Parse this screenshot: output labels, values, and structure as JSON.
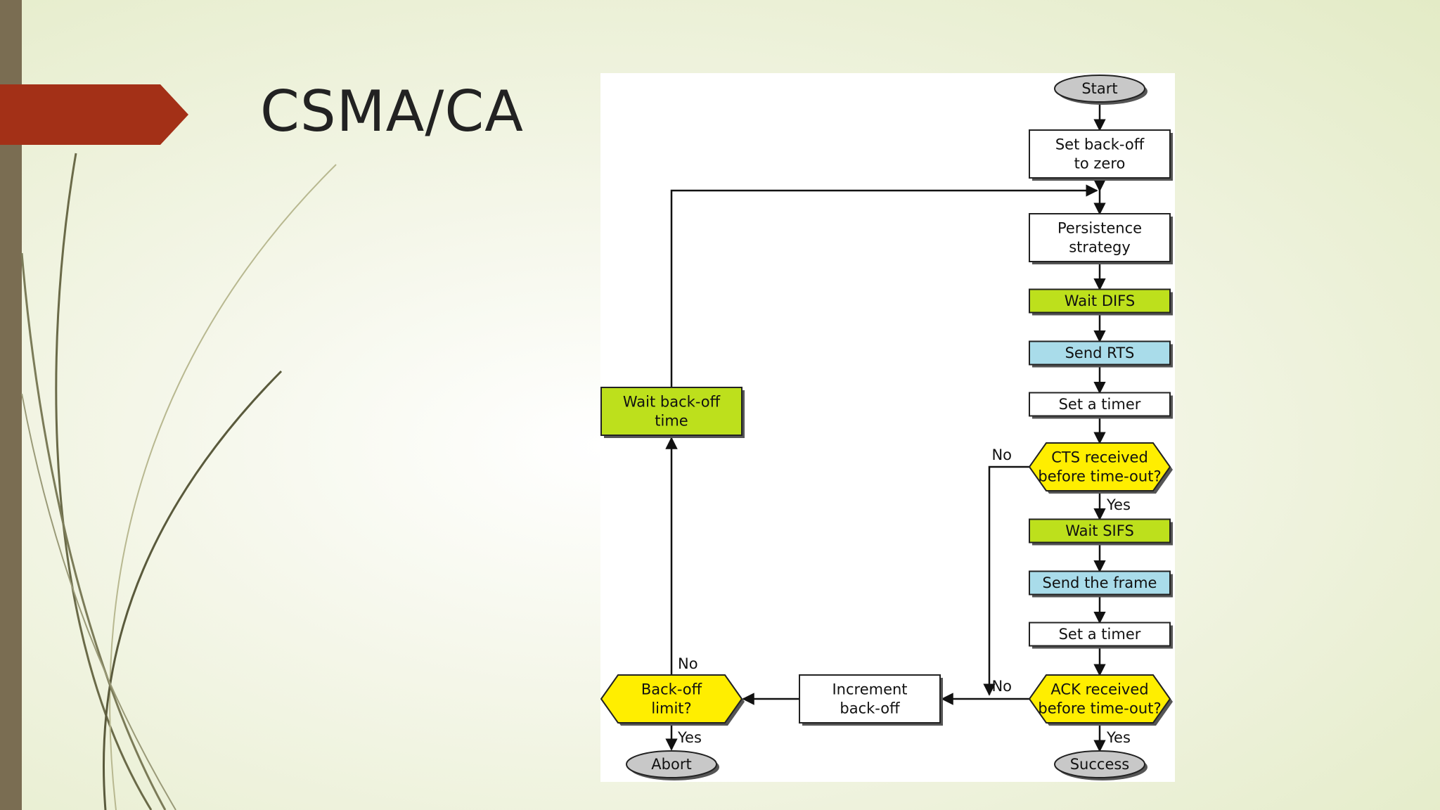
{
  "slide": {
    "title": "CSMA/CA"
  },
  "colors": {
    "accent": "#a33017",
    "sidebar": "#7a6d52",
    "green": "#bde01c",
    "blue": "#a9dcea",
    "yellow": "#ffee00",
    "gray": "#c8c8c8",
    "white": "#ffffff"
  },
  "flowchart": {
    "nodes": {
      "start": {
        "shape": "terminal",
        "color": "gray",
        "lines": [
          "Start"
        ]
      },
      "set_backoff": {
        "shape": "process",
        "color": "white",
        "lines": [
          "Set back-off",
          "to zero"
        ]
      },
      "persistence": {
        "shape": "process",
        "color": "white",
        "lines": [
          "Persistence",
          "strategy"
        ]
      },
      "wait_difs": {
        "shape": "process",
        "color": "green",
        "lines": [
          "Wait DIFS"
        ]
      },
      "send_rts": {
        "shape": "process",
        "color": "blue",
        "lines": [
          "Send RTS"
        ]
      },
      "timer1": {
        "shape": "process",
        "color": "white",
        "lines": [
          "Set a timer"
        ]
      },
      "cts": {
        "shape": "decision",
        "color": "yellow",
        "lines": [
          "CTS received",
          "before time-out?"
        ]
      },
      "wait_sifs": {
        "shape": "process",
        "color": "green",
        "lines": [
          "Wait SIFS"
        ]
      },
      "send_frame": {
        "shape": "process",
        "color": "blue",
        "lines": [
          "Send the frame"
        ]
      },
      "timer2": {
        "shape": "process",
        "color": "white",
        "lines": [
          "Set a timer"
        ]
      },
      "ack": {
        "shape": "decision",
        "color": "yellow",
        "lines": [
          "ACK received",
          "before time-out?"
        ]
      },
      "success": {
        "shape": "terminal",
        "color": "gray",
        "lines": [
          "Success"
        ]
      },
      "increment": {
        "shape": "process",
        "color": "white",
        "lines": [
          "Increment",
          "back-off"
        ]
      },
      "limit": {
        "shape": "decision",
        "color": "yellow",
        "lines": [
          "Back-off",
          "limit?"
        ]
      },
      "abort": {
        "shape": "terminal",
        "color": "gray",
        "lines": [
          "Abort"
        ]
      },
      "wait_backoff": {
        "shape": "process",
        "color": "green",
        "lines": [
          "Wait back-off",
          "time"
        ]
      }
    },
    "edge_labels": {
      "cts_no": "No",
      "cts_yes": "Yes",
      "ack_no": "No",
      "ack_yes": "Yes",
      "limit_no": "No",
      "limit_yes": "Yes"
    }
  }
}
